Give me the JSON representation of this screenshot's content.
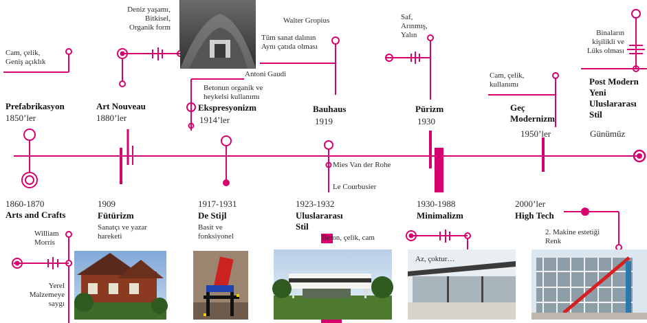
{
  "accent": "#d6006e",
  "top": {
    "prefabrikasyon": {
      "title": "Prefabrikasyon",
      "date": "1850’ler",
      "note": "Cam, çelik,\nGeniş açıklık"
    },
    "art_nouveau": {
      "title": "Art Nouveau",
      "date": "1880’ler",
      "note": "Deniz yaşamı,\nBitkisel,\nOrganik form"
    },
    "antoni_gaudi": "Antoni Gaudi",
    "ekspresyonizm": {
      "title": "Ekspresyonizm",
      "date": "1914’ler",
      "note": "Betonun organik ve\nheykelsi kullanımı"
    },
    "bauhaus": {
      "title": "Bauhaus",
      "date": "1919",
      "note": "Tüm sanat dalının\nAynı çatıda olması",
      "person": "Walter Gropius"
    },
    "purizm": {
      "title": "Pürizm",
      "date": "1930",
      "note": "Saf,\nArınmış,\nYalın"
    },
    "gec_modernizm": {
      "title": "Geç\nModernizm",
      "date": "1950’ler",
      "note": "Cam, çelik,\nkullanımı"
    },
    "post_modern": {
      "title": "Post Modern\nYeni\nUluslararası\nStil",
      "date": "Günümüz",
      "note": "Binaların\nkişilikli ve\nLüks olması"
    }
  },
  "bottom": {
    "arts_and_crafts": {
      "date": "1860-1870",
      "title": "Arts and Crafts",
      "person": "William\nMorris",
      "note": "Yerel\nMalzemeye\nsaygı"
    },
    "futurizm": {
      "date": "1909",
      "title": "Fütürizm",
      "note": "Sanatçı ve yazar\nhareketi"
    },
    "de_stijl": {
      "date": "1917-1931",
      "title": "De Stijl",
      "note": "Basit ve\nfonksiyonel"
    },
    "uluslararasi_stil": {
      "date": "1923-1932",
      "title": "Uluslararası\nStil",
      "note": "Beton, çelik, cam",
      "person1": "Mies Van der Rohe",
      "person2": "Le Courbusier"
    },
    "minimalizm": {
      "date": "1930-1988",
      "title": "Minimalizm",
      "note": "Az, çoktur…"
    },
    "high_tech": {
      "date": "2000’ler",
      "title": "High Tech",
      "note": "2. Makine estetiği\nRenk"
    }
  }
}
